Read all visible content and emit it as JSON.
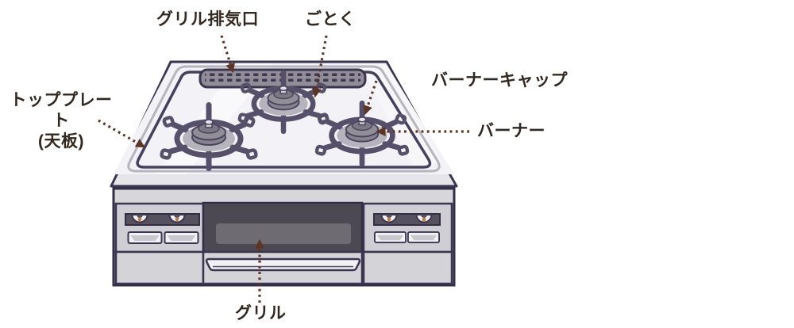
{
  "diagram": {
    "labels": {
      "grill_exhaust": "グリル排気口",
      "trivet": "ごとく",
      "burner_cap": "バーナーキャップ",
      "top_plate": "トッププレート",
      "top_plate_sub": "(天板)",
      "burner": "バーナー",
      "grill": "グリル"
    },
    "colors": {
      "label_text": "#33281f",
      "arrow_dots": "#5c3526",
      "outline_navy": "#3b3550",
      "grate_purple": "#57506b",
      "plate_fill": "#f3f2f6",
      "body_fill": "#d7d6db",
      "panel_fill": "#cfced4",
      "control_bar": "#55515e",
      "grill_window": "#4c4952",
      "grill_window_inner": "#6e6b73",
      "switch_dot": "#bd7c42"
    }
  }
}
